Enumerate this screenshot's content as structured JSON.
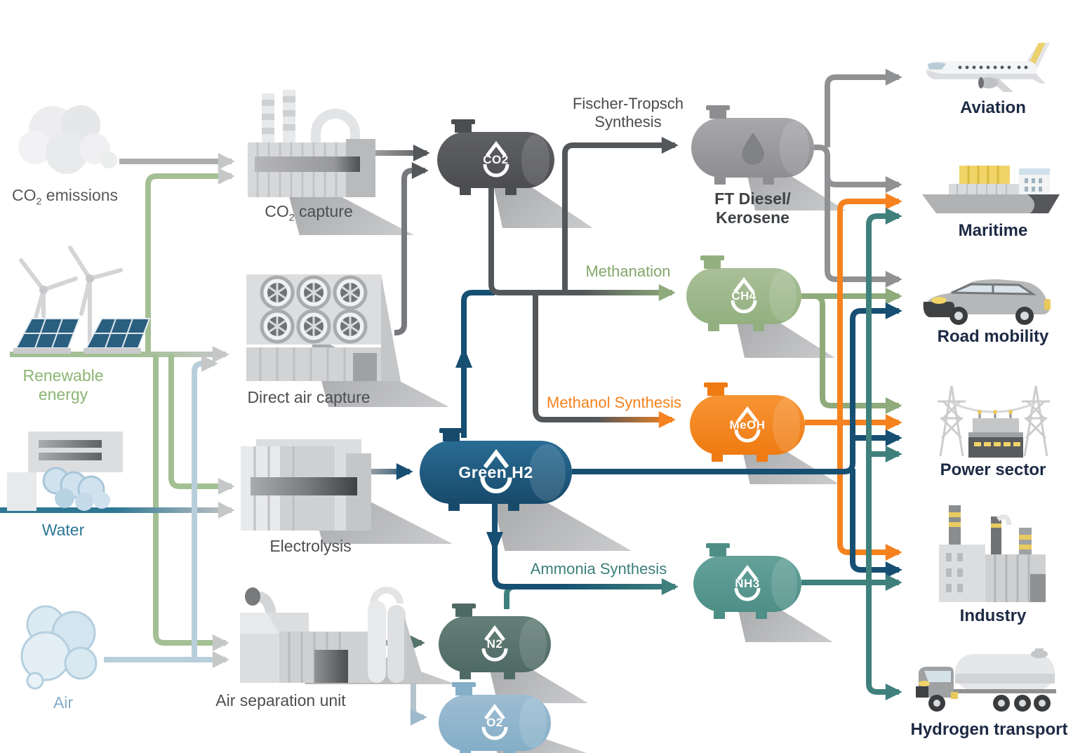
{
  "inputs": {
    "co2_emissions": {
      "label_main": "CO",
      "label_sub": "2",
      "label_rest": " emissions"
    },
    "renewable_energy": {
      "label": "Renewable energy"
    },
    "water": {
      "label": "Water"
    },
    "air": {
      "label": "Air"
    }
  },
  "processes": {
    "co2_capture": {
      "label_main": "CO",
      "label_sub": "2",
      "label_rest": " capture"
    },
    "direct_air_capture": {
      "label": "Direct air capture"
    },
    "electrolysis": {
      "label": "Electrolysis"
    },
    "air_separation_unit": {
      "label": "Air separation unit"
    }
  },
  "tanks": {
    "co2": {
      "formula": "CO2"
    },
    "green_h2": {
      "formula": "Green H2"
    },
    "ch4": {
      "formula": "CH4"
    },
    "meoh": {
      "formula": "MeOH"
    },
    "nh3": {
      "formula": "NH3"
    },
    "n2": {
      "formula": "N2"
    },
    "o2": {
      "formula": "O2"
    },
    "ft": {
      "label_line1": "FT Diesel/",
      "label_line2": "Kerosene"
    }
  },
  "route_labels": {
    "fischer_tropsch_line1": "Fischer-Tropsch",
    "fischer_tropsch_line2": "Synthesis",
    "methanation": "Methanation",
    "methanol": "Methanol Synthesis",
    "ammonia": "Ammonia Synthesis"
  },
  "end_uses": {
    "aviation": "Aviation",
    "maritime": "Maritime",
    "road_mobility": "Road mobility",
    "power_sector": "Power sector",
    "industry": "Industry",
    "hydrogen_transport": "Hydrogen transport"
  },
  "colors": {
    "h2_blue": "#164f72",
    "water_teal": "#2f7894",
    "air_blue": "#b9cedb",
    "renewable_green": "#a3bf94",
    "methane_sage": "#8fab7c",
    "methanol_orange": "#f5821f",
    "ammonia_teal": "#3f807c",
    "co2_dark": "#54575a",
    "ft_gray": "#8f9193",
    "n2_tank": "#56736c",
    "o2_tank": "#8cb3cb",
    "end_use_label": "#1d2a44"
  }
}
